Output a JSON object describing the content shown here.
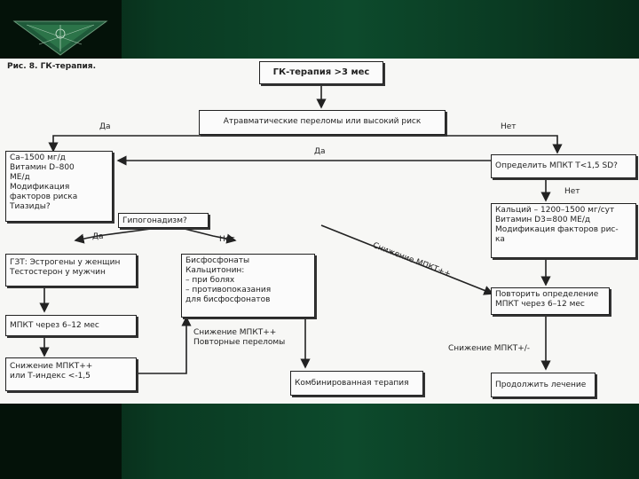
{
  "figure": {
    "caption": "Рис. 8. ГК-терапия.",
    "nodes": {
      "start": "ГК-терапия >3 мес",
      "risk": "Атравматические переломы или высокий риск",
      "ca_vitd": "Са–1500 мг/д\nВитамин D–800\nМЕ/д\nМодификация\nфакторов риска\nТиазиды?",
      "bmd_check": "Определить МПКТ Т<1,5 SD?",
      "hypogonadism": "Гипогонадизм?",
      "calcium": "Кальций – 1200–1500 мг/сут\nВитамин D3=800 МЕ/д\nМодификация факторов рис-\nка",
      "hrt": "ГЗТ: Эстрогены у женщин\nТестостерон у мужчин",
      "bisphos": "Бисфосфонаты\nКальцитонин:\n– при болях\n– противопоказания\nдля бисфосфонатов",
      "repeat_bmd": "Повторить определение\nМПКТ через 6–12 мес",
      "bmd_6_12": "МПКТ через 6–12 мес",
      "decline": "Снижение МПКТ++\nили Т-индекс <-1,5",
      "combined": "Комбинированная терапия",
      "continue": "Продолжить лечение"
    },
    "labels": {
      "yes_1": "Да",
      "no_1": "Нет",
      "yes_2": "Да",
      "no_2": "Нет",
      "yes_3": "Да",
      "no_3": "Нет",
      "decline_diag": "Снижение МПКТ++",
      "decline_note": "Снижение МПКТ++\nПовторные переломы",
      "decline_pm": "Снижение МПКТ+/-"
    }
  },
  "colors": {
    "frame": "#0d4a2c",
    "panel": "#f7f7f5",
    "ink": "#222222"
  },
  "icons": {
    "logo": "green-geometric-emblem-icon"
  }
}
